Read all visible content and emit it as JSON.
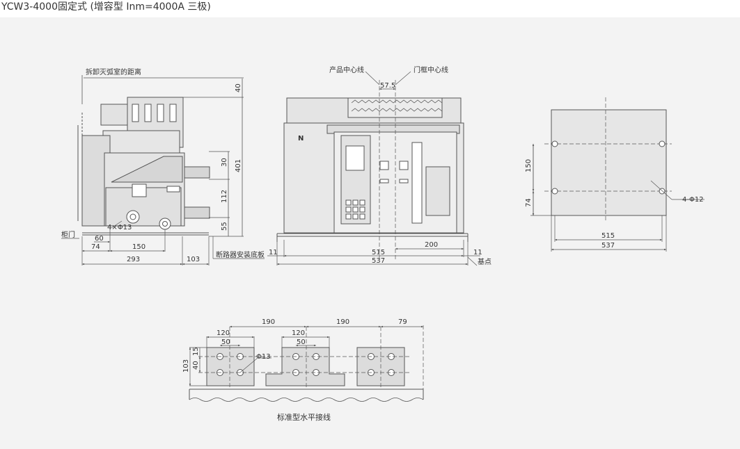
{
  "title": "YCW3-4000固定式 (增容型 Inm=4000A 三极)",
  "side_view": {
    "arc_label": "拆卸灭弧室的距离",
    "door_label": "柜门",
    "holes_label": "4×Φ13",
    "plate_label": "断路器安装底板",
    "dims_v": [
      "40",
      "401",
      "30",
      "112",
      "55"
    ],
    "dims_h": [
      "60",
      "74",
      "150",
      "293",
      "103"
    ]
  },
  "front_view": {
    "product_center": "产品中心线",
    "door_center": "门框中心线",
    "offset": "57.5",
    "phase": "N",
    "dims": [
      "515",
      "200",
      "537",
      "11",
      "11"
    ],
    "base_label": "基点"
  },
  "mount_view": {
    "dims": [
      "150",
      "74",
      "515",
      "537"
    ],
    "holes_label": "4-Φ12"
  },
  "busbar_view": {
    "dims_top": [
      "190",
      "190",
      "79"
    ],
    "dims_pole": [
      "120",
      "50",
      "120",
      "50"
    ],
    "dims_v": [
      "103",
      "40",
      "15"
    ],
    "hole_label": "Φ13",
    "caption": "标准型水平接线"
  }
}
